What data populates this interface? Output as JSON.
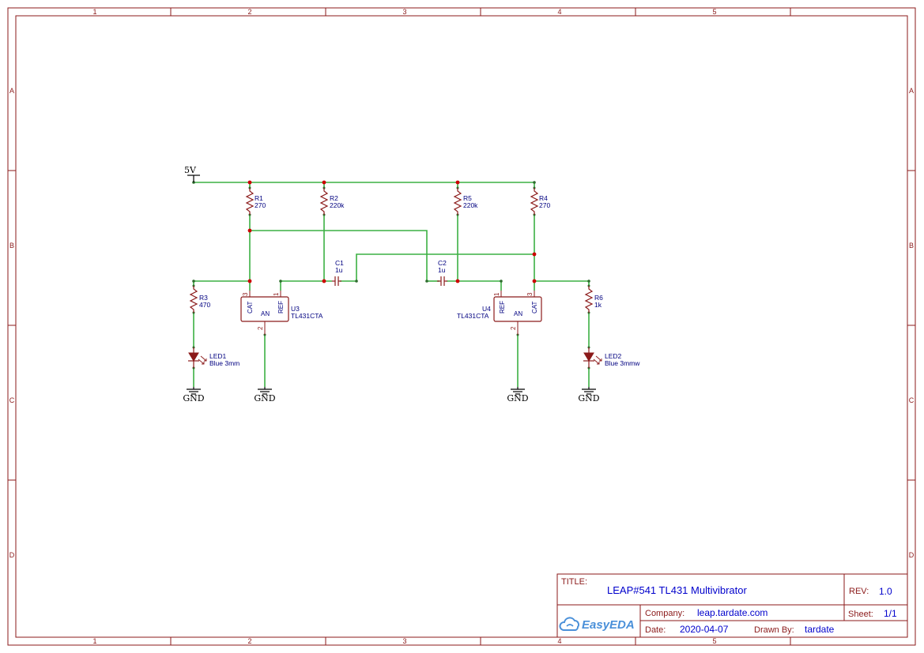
{
  "frame": {
    "columns": [
      "1",
      "2",
      "3",
      "4",
      "5"
    ],
    "rows": [
      "A",
      "B",
      "C",
      "D"
    ]
  },
  "nets": {
    "power": "5V",
    "ground": "GND"
  },
  "components": {
    "R1": {
      "ref": "R1",
      "value": "270"
    },
    "R2": {
      "ref": "R2",
      "value": "220k"
    },
    "R3": {
      "ref": "R3",
      "value": "470"
    },
    "R4": {
      "ref": "R4",
      "value": "270"
    },
    "R5": {
      "ref": "R5",
      "value": "220k"
    },
    "R6": {
      "ref": "R6",
      "value": "1k"
    },
    "C1": {
      "ref": "C1",
      "value": "1u"
    },
    "C2": {
      "ref": "C2",
      "value": "1u"
    },
    "U3": {
      "ref": "U3",
      "value": "TL431CTA"
    },
    "U4": {
      "ref": "U4",
      "value": "TL431CTA"
    },
    "LED1": {
      "ref": "LED1",
      "value": "Blue 3mm"
    },
    "LED2": {
      "ref": "LED2",
      "value": "Blue 3mmw"
    }
  },
  "pins": {
    "cat": "CAT",
    "ref": "REF",
    "an": "AN",
    "p1": "1",
    "p2": "2",
    "p3": "3"
  },
  "title_block": {
    "title_label": "TITLE:",
    "title": "LEAP#541 TL431 Multivibrator",
    "rev_label": "REV:",
    "rev": "1.0",
    "company_label": "Company:",
    "company": "leap.tardate.com",
    "sheet_label": "Sheet:",
    "sheet": "1/1",
    "date_label": "Date:",
    "date": "2020-04-07",
    "drawn_label": "Drawn By:",
    "drawn_by": "tardate",
    "logo": "EasyEDA"
  },
  "colors": {
    "frame": "#8b1a1a",
    "wire": "#3cb043",
    "label": "#000080",
    "junction": "#cc0000"
  }
}
